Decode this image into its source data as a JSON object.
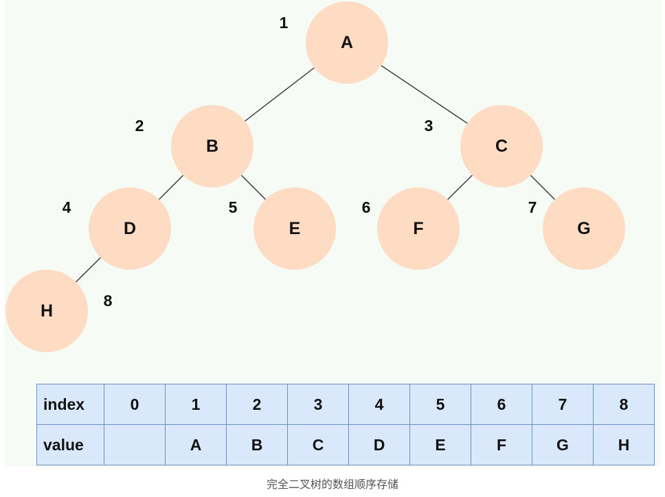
{
  "tree": {
    "nodes": [
      {
        "label": "A",
        "index": "1"
      },
      {
        "label": "B",
        "index": "2"
      },
      {
        "label": "C",
        "index": "3"
      },
      {
        "label": "D",
        "index": "4"
      },
      {
        "label": "E",
        "index": "5"
      },
      {
        "label": "F",
        "index": "6"
      },
      {
        "label": "G",
        "index": "7"
      },
      {
        "label": "H",
        "index": "8"
      }
    ],
    "edges": [
      [
        "A",
        "B"
      ],
      [
        "A",
        "C"
      ],
      [
        "B",
        "D"
      ],
      [
        "B",
        "E"
      ],
      [
        "C",
        "F"
      ],
      [
        "C",
        "G"
      ],
      [
        "D",
        "H"
      ]
    ]
  },
  "table": {
    "index_header": "index",
    "value_header": "value",
    "indices": [
      "0",
      "1",
      "2",
      "3",
      "4",
      "5",
      "6",
      "7",
      "8"
    ],
    "values": [
      "",
      "A",
      "B",
      "C",
      "D",
      "E",
      "F",
      "G",
      "H"
    ]
  },
  "caption": "完全二叉树的数组顺序存储",
  "colors": {
    "node_fill": "#fddcc3",
    "panel_background": "#f6fcf5",
    "table_fill": "#dae8fc",
    "table_border": "#6c8ebf"
  }
}
